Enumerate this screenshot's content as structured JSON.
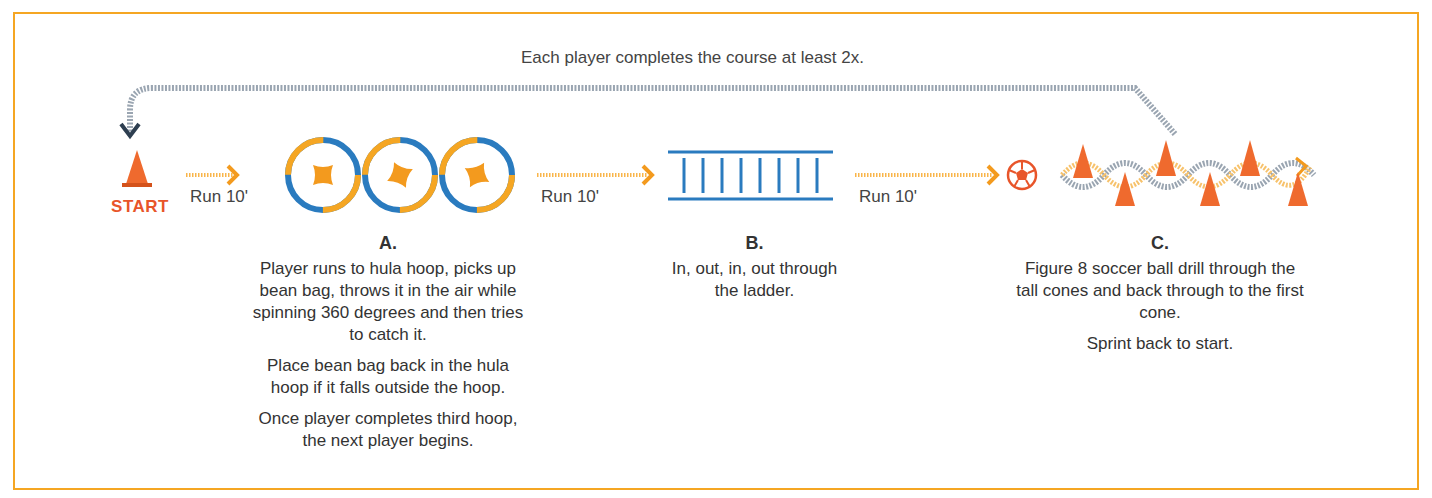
{
  "diagram": {
    "nodes": [
      {
        "text": [
          "START"
        ]
      },
      {
        "text": [
          "A.",
          "Player runs to hula hoop, picks up bean bag, throws it in the air while spinning 360 degrees and then tries to catch it.",
          "Place bean bag back in the hula hoop if it falls outside the hoop.",
          "Once player completes third hoop, the next player begins."
        ]
      },
      {
        "text": [
          "B.",
          "In, out, in, out through the ladder."
        ]
      },
      {
        "text": [
          "C.",
          "Figure 8 soccer ball drill through the tall cones and back through to the first cone.",
          "Sprint back to start."
        ]
      }
    ],
    "edges": [
      {
        "from": 0,
        "to": 1,
        "label": "Run 10'",
        "arrow": "to"
      },
      {
        "from": 1,
        "to": 2,
        "label": "Run 10'",
        "arrow": "to"
      },
      {
        "from": 2,
        "to": 3,
        "label": "Run 10'",
        "arrow": "to"
      },
      {
        "from": 3,
        "to": 0,
        "label": "Each player completes the course at least 2x.",
        "arrow": "to"
      }
    ]
  }
}
